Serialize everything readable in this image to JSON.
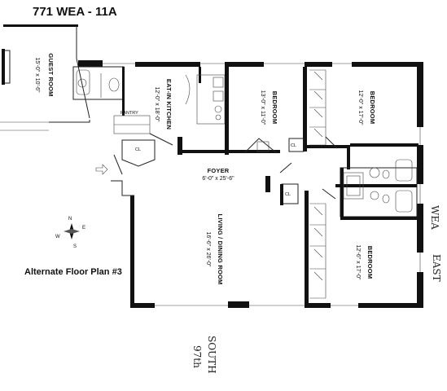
{
  "title": "771 WEA - 11A",
  "rooms": {
    "guest_room": {
      "name": "GUEST ROOM",
      "dims": "15'-0\" x 10'-6\""
    },
    "kitchen": {
      "name": "EAT-IN KITCHEN",
      "dims": "12'-0\" x 18'-0\""
    },
    "bedroom_mid": {
      "name": "BEDROOM",
      "dims": "13'-0\" x 11'-0\""
    },
    "bedroom_ne": {
      "name": "BEDROOM",
      "dims": "12'-0\" x 17'-0\""
    },
    "foyer": {
      "name": "FOYER",
      "dims": "6'-0\" x 25'-6\""
    },
    "living": {
      "name": "LIVING / DINING ROOM",
      "dims": "16'-6\" x 26'-0\""
    },
    "bedroom_se": {
      "name": "BEDROOM",
      "dims": "12'-6\" x 17'-0\""
    }
  },
  "labels": {
    "pantry": "PANTRY",
    "closet_1": "CL",
    "closet_2": "CL",
    "closet_3": "CL",
    "alternate": "Alternate Floor Plan #3",
    "wea": "WEA",
    "east": "EAST",
    "south": "SOUTH",
    "street": "97th"
  },
  "compass": {
    "n": "N",
    "s": "S",
    "e": "E",
    "w": "W"
  }
}
